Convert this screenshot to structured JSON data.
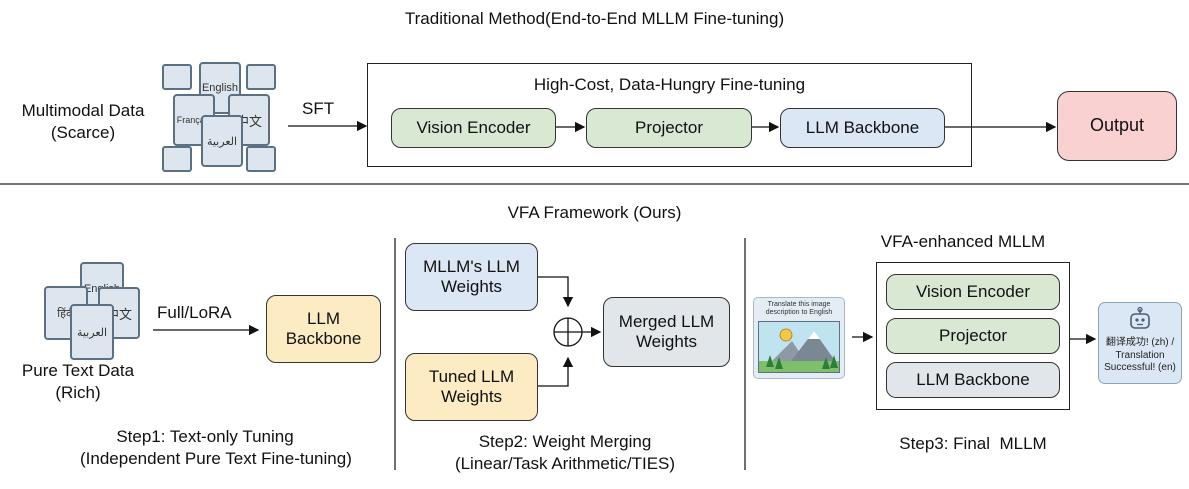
{
  "top": {
    "title": "Traditional Method(End-to-End MLLM Fine-tuning)",
    "input_label_line1": "Multimodal Data",
    "input_label_line2": "(Scarce)",
    "doc_labels": [
      "English",
      "Français",
      "中文",
      "العربية"
    ],
    "arrow_label": "SFT",
    "container_title": "High-Cost, Data-Hungry Fine-tuning",
    "pipeline": [
      "Vision Encoder",
      "Projector",
      "LLM Backbone"
    ],
    "output": "Output"
  },
  "bottom": {
    "title": "VFA Framework (Ours)",
    "step1": {
      "data_label_line1": "Pure Text Data",
      "data_label_line2": "(Rich)",
      "doc_labels": [
        "English",
        "हिंदी",
        "中文",
        "العربية"
      ],
      "arrow_label": "Full/LoRA",
      "box_line1": "LLM",
      "box_line2": "Backbone",
      "caption_line1": "Step1: Text-only Tuning",
      "caption_line2": "(Independent Pure Text Fine-tuning)"
    },
    "step2": {
      "box_a_line1": "MLLM's LLM",
      "box_a_line2": "Weights",
      "box_b_line1": "Tuned LLM",
      "box_b_line2": "Weights",
      "merged_line1": "Merged LLM",
      "merged_line2": "Weights",
      "caption_line1": "Step2: Weight Merging",
      "caption_line2": "(Linear/Task Arithmetic/TIES)"
    },
    "step3": {
      "title": "VFA-enhanced MLLM",
      "input_card_text": "Translate this image description to English",
      "stack": [
        "Vision Encoder",
        "Projector",
        "LLM Backbone"
      ],
      "output_line1": "翻译成功! (zh) /",
      "output_line2": "Translation",
      "output_line3": "Successful! (en)",
      "caption": "Step3: Final  MLLM"
    }
  },
  "colors": {
    "green": "#d9e8d2",
    "blue": "#dbe7f4",
    "yellow": "#fcebc3",
    "pink": "#f9d1d1",
    "grey": "#e1e6ea",
    "icon_stroke": "#5b7183"
  }
}
